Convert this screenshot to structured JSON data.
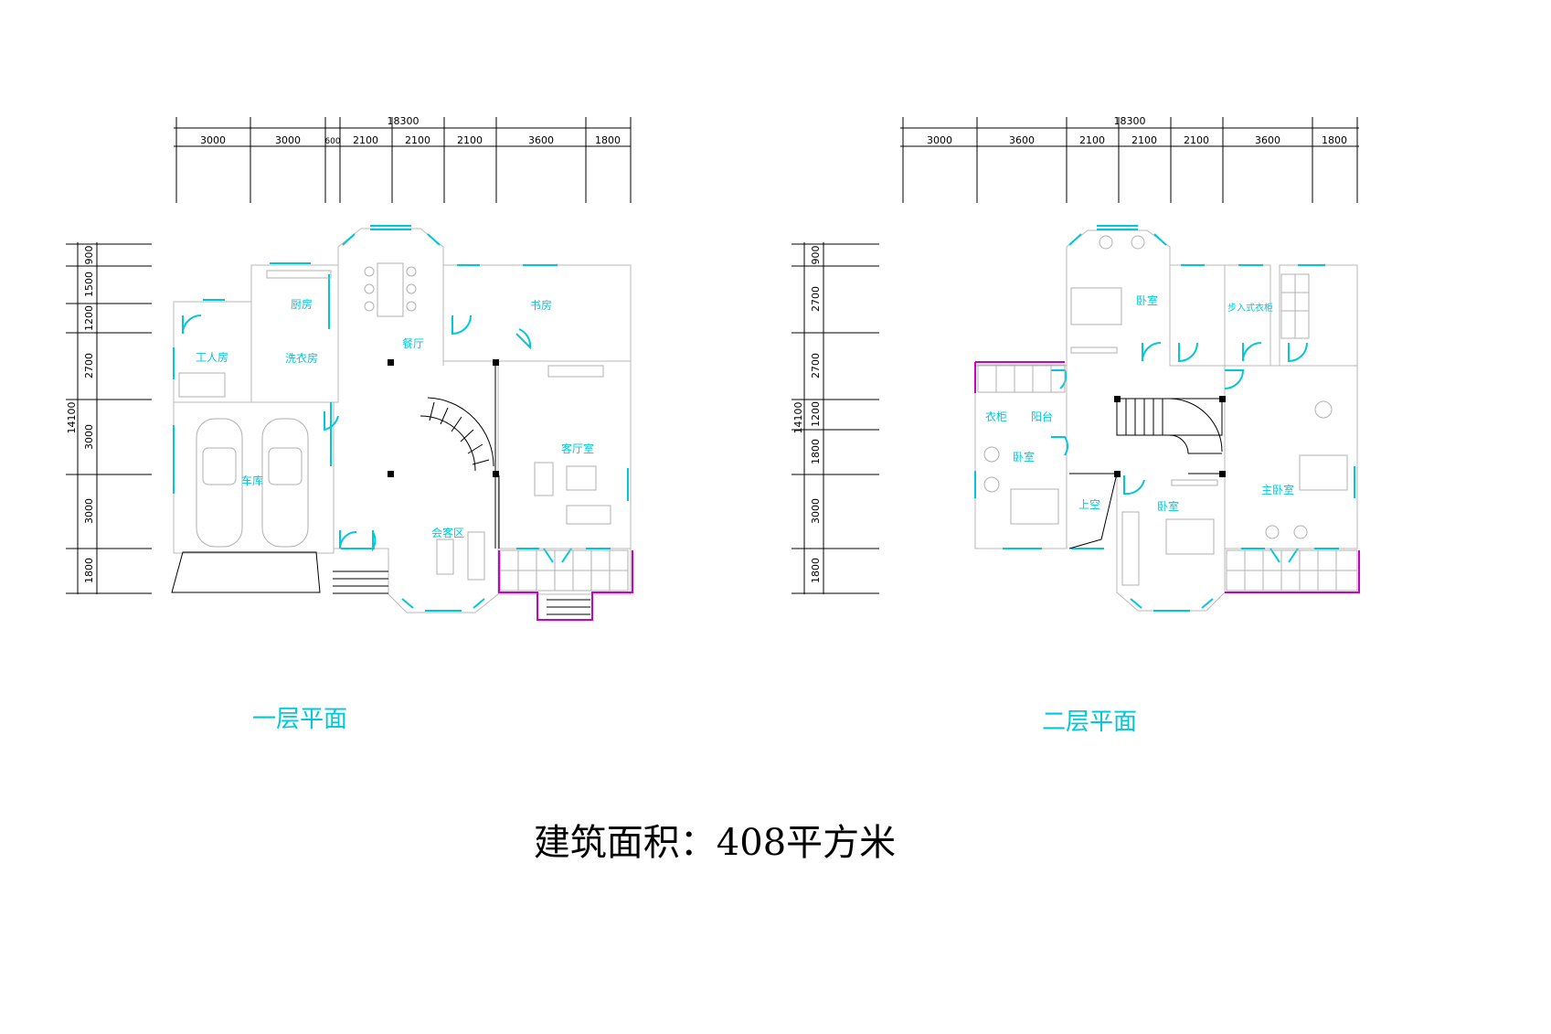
{
  "plans": [
    {
      "title": "一层平面",
      "total_width": "18300",
      "total_depth": "14100",
      "top_dims": [
        "3000",
        "3000",
        "600",
        "2100",
        "2100",
        "2100",
        "3600",
        "1800"
      ],
      "left_dims": [
        "900",
        "1500",
        "1200",
        "2700",
        "3000",
        "3000",
        "1800"
      ],
      "rooms": {
        "kitchen": "厨房",
        "servant": "工人房",
        "laundry": "洗衣房",
        "dining": "餐厅",
        "study": "书房",
        "living": "客厅室",
        "garage": "车库",
        "lounge": "会客区"
      }
    },
    {
      "title": "二层平面",
      "total_width": "18300",
      "total_depth": "14100",
      "top_dims": [
        "3000",
        "3600",
        "2100",
        "2100",
        "2100",
        "3600",
        "1800"
      ],
      "left_dims": [
        "900",
        "2700",
        "2700",
        "1200",
        "1800",
        "3000",
        "1800"
      ],
      "rooms": {
        "bedroom_a": "卧室",
        "walkin": "步入式衣柜",
        "closet": "衣柜",
        "bedroom_b": "卧室",
        "bedroom_c": "卧室",
        "bedroom_d": "主卧室",
        "upper": "上空",
        "sunroom": "阳台"
      }
    }
  ],
  "footer": {
    "area_label": "建筑面积：408平方米"
  }
}
